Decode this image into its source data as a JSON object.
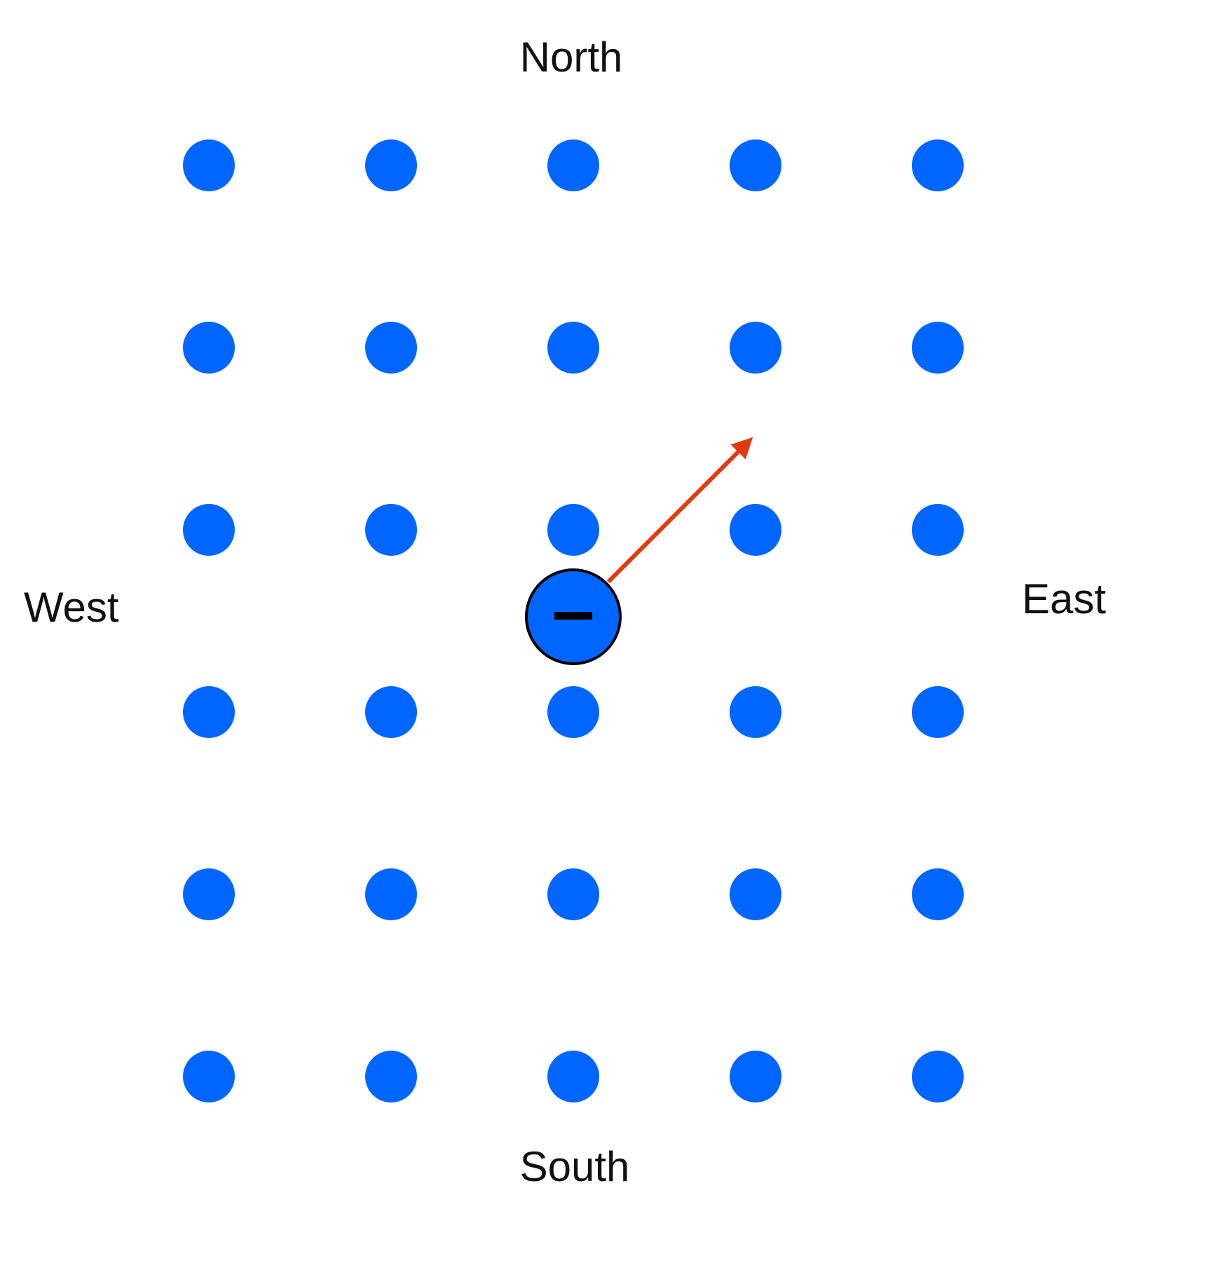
{
  "labels": {
    "north": "North",
    "south": "South",
    "west": "West",
    "east": "East"
  },
  "grid": {
    "rows": 6,
    "cols": 5
  },
  "charge": {
    "sign": "minus"
  },
  "arrow": {
    "direction": "northeast"
  },
  "colors": {
    "dots": "#0066FF",
    "arrow": "#E03A10",
    "charge_fill": "#0066FF",
    "charge_outline": "#000000",
    "text": "#111111"
  },
  "icons": {
    "charge": "negative-charge-icon",
    "arrow": "arrow-icon"
  }
}
